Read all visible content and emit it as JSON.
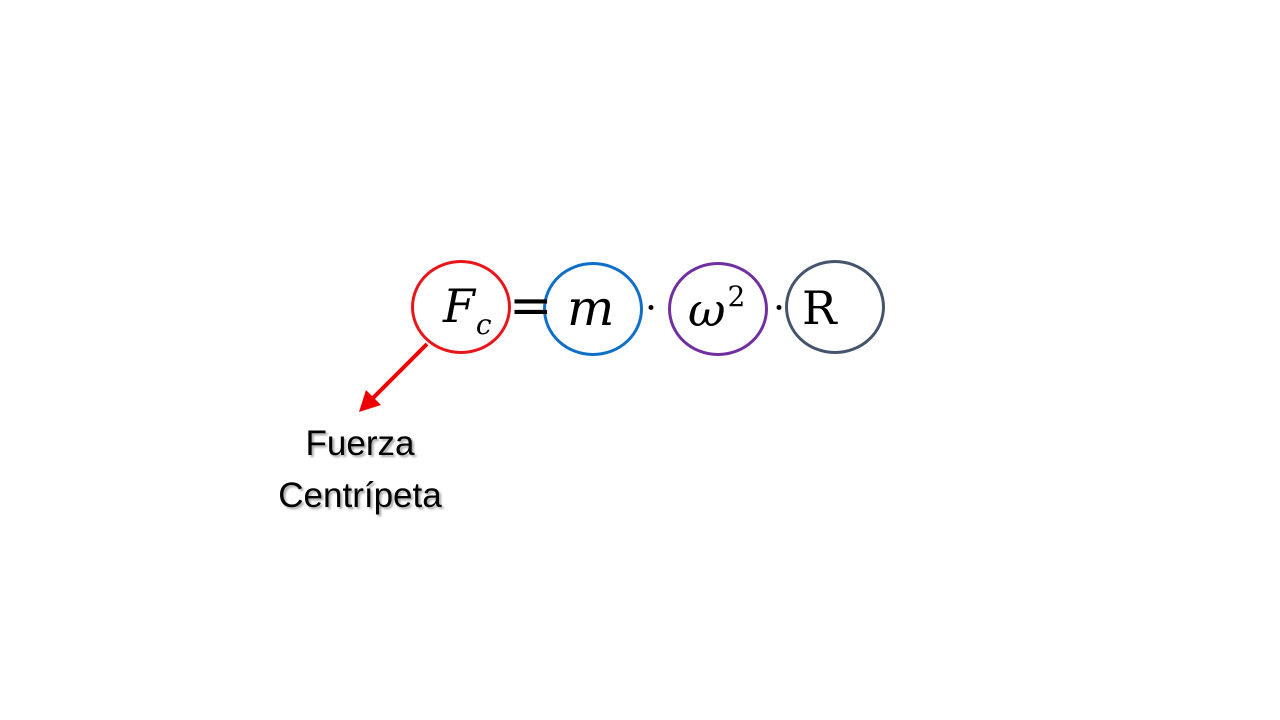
{
  "formula": {
    "lhs": {
      "symbol": "F",
      "subscript": "c"
    },
    "equals": "=",
    "mass": "m",
    "dot": "·",
    "omega": {
      "symbol": "ω",
      "superscript": "2"
    },
    "radius": "R"
  },
  "annotation": {
    "line1": "Fuerza",
    "line2": "Centrípeta"
  },
  "colors": {
    "force_ring": "#e8161b",
    "mass_ring": "#0f6fc6",
    "omega_ring": "#7030a0",
    "radius_ring": "#44546a",
    "arrow": "#ee0000"
  }
}
